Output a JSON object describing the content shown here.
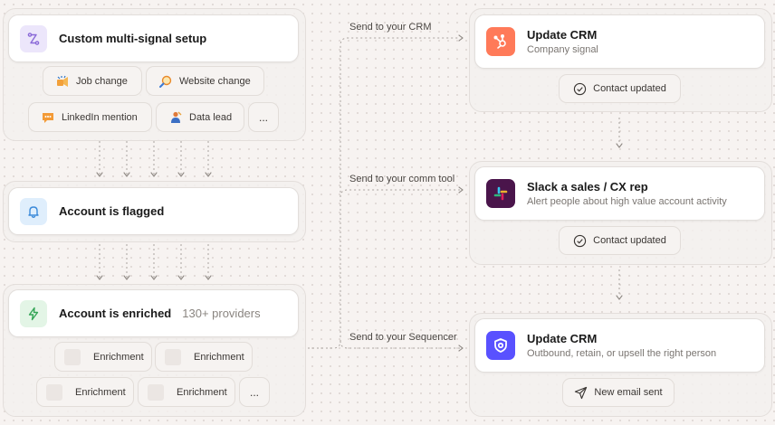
{
  "left": {
    "signal_setup": {
      "title": "Custom multi-signal setup",
      "chips": [
        {
          "label": "Job change",
          "icon": "megaphone-icon"
        },
        {
          "label": "Website change",
          "icon": "magnifier-icon"
        },
        {
          "label": "LinkedIn mention",
          "icon": "speech-bubble-icon"
        },
        {
          "label": "Data lead",
          "icon": "person-icon"
        }
      ],
      "more_label": "..."
    },
    "flagged": {
      "title": "Account is flagged",
      "icon": "bell-icon"
    },
    "enriched": {
      "title": "Account is enriched",
      "providers": "130+ providers",
      "icon": "lightning-icon",
      "chips": [
        "Enrichment",
        "Enrichment",
        "Enrichment",
        "Enrichment"
      ],
      "more_label": "..."
    }
  },
  "edges": {
    "crm": "Send to your CRM",
    "comm": "Send to your comm tool",
    "sequencer": "Send to your Sequencer"
  },
  "right": {
    "crm": {
      "title": "Update CRM",
      "subtitle": "Company signal",
      "icon": "hubspot-icon",
      "pill": "Contact updated"
    },
    "slack": {
      "title": "Slack a sales / CX rep",
      "subtitle": "Alert people about high value account activity",
      "icon": "slack-icon",
      "pill": "Contact updated"
    },
    "sequencer": {
      "title": "Update CRM",
      "subtitle": "Outbound, retain, or upsell the right person",
      "icon": "outreach-icon",
      "pill": "New email sent"
    }
  },
  "colors": {
    "hubspot": "#ff7a59",
    "slack": "#4a154b",
    "outreach": "#5951ff",
    "signal_icon_bg": "#ece6fb",
    "bell_icon_bg": "#dfeefc",
    "bolt_icon_bg": "#e3f5e6"
  }
}
